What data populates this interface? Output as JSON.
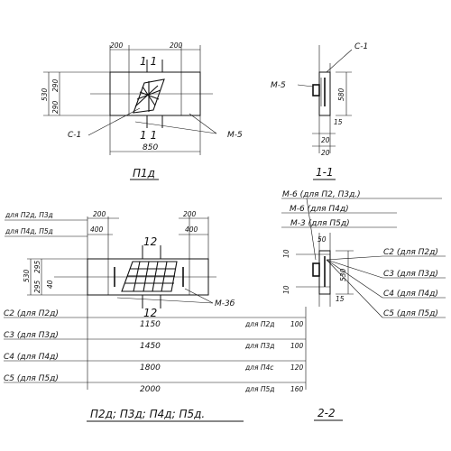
{
  "p1": {
    "title": "П1д",
    "section_top": "1 1",
    "section_bottom": "1 1",
    "dim_left": "200",
    "dim_right": "200",
    "dim_height": "530",
    "dim_h1": "290",
    "dim_h2": "290",
    "dim_width": "850",
    "label_c": "С-1",
    "label_m": "М-5"
  },
  "s11": {
    "title": "1-1",
    "label_m": "М-5",
    "label_c": "С-1",
    "dim_h": "580",
    "dim_15": "15",
    "dim_20a": "20",
    "dim_20b": "20"
  },
  "p2": {
    "title": "П2д; П3д; П4д; П5д.",
    "section_top": "12",
    "section_bottom": "12",
    "dim_200a": "200",
    "dim_200b": "200",
    "dim_400a": "400",
    "dim_400b": "400",
    "note_p2p3": "для П2д, П3д",
    "note_p4p5": "для П4д, П5д",
    "dim_height": "530",
    "dim_h1": "295",
    "dim_h2": "295",
    "dim_small": "40",
    "label_m": "М-3б",
    "rows": [
      {
        "c": "С2 (для П2д)",
        "len": "1150",
        "note": "для П2д",
        "w": "100"
      },
      {
        "c": "С3 (для П3д)",
        "len": "1450",
        "note": "для П3д",
        "w": "100"
      },
      {
        "c": "С4 (для П4д)",
        "len": "1800",
        "note": "для П4с",
        "w": "120"
      },
      {
        "c": "С5 (для П5д)",
        "len": "2000",
        "note": "для П5д",
        "w": "160"
      }
    ]
  },
  "s22": {
    "title": "2-2",
    "m6a": "М-6 (для П2, П3д.)",
    "m6b": "М-6 (для П4д)",
    "m3": "М-3 (для П5д)",
    "dim_50": "50",
    "dim_10a": "10",
    "dim_10b": "10",
    "dim_530": "530",
    "dim_15": "15",
    "c_labels": [
      "С2 (для П2д)",
      "С3 (для П3д)",
      "С4 (для П4д)",
      "С5 (для П5д)"
    ]
  }
}
